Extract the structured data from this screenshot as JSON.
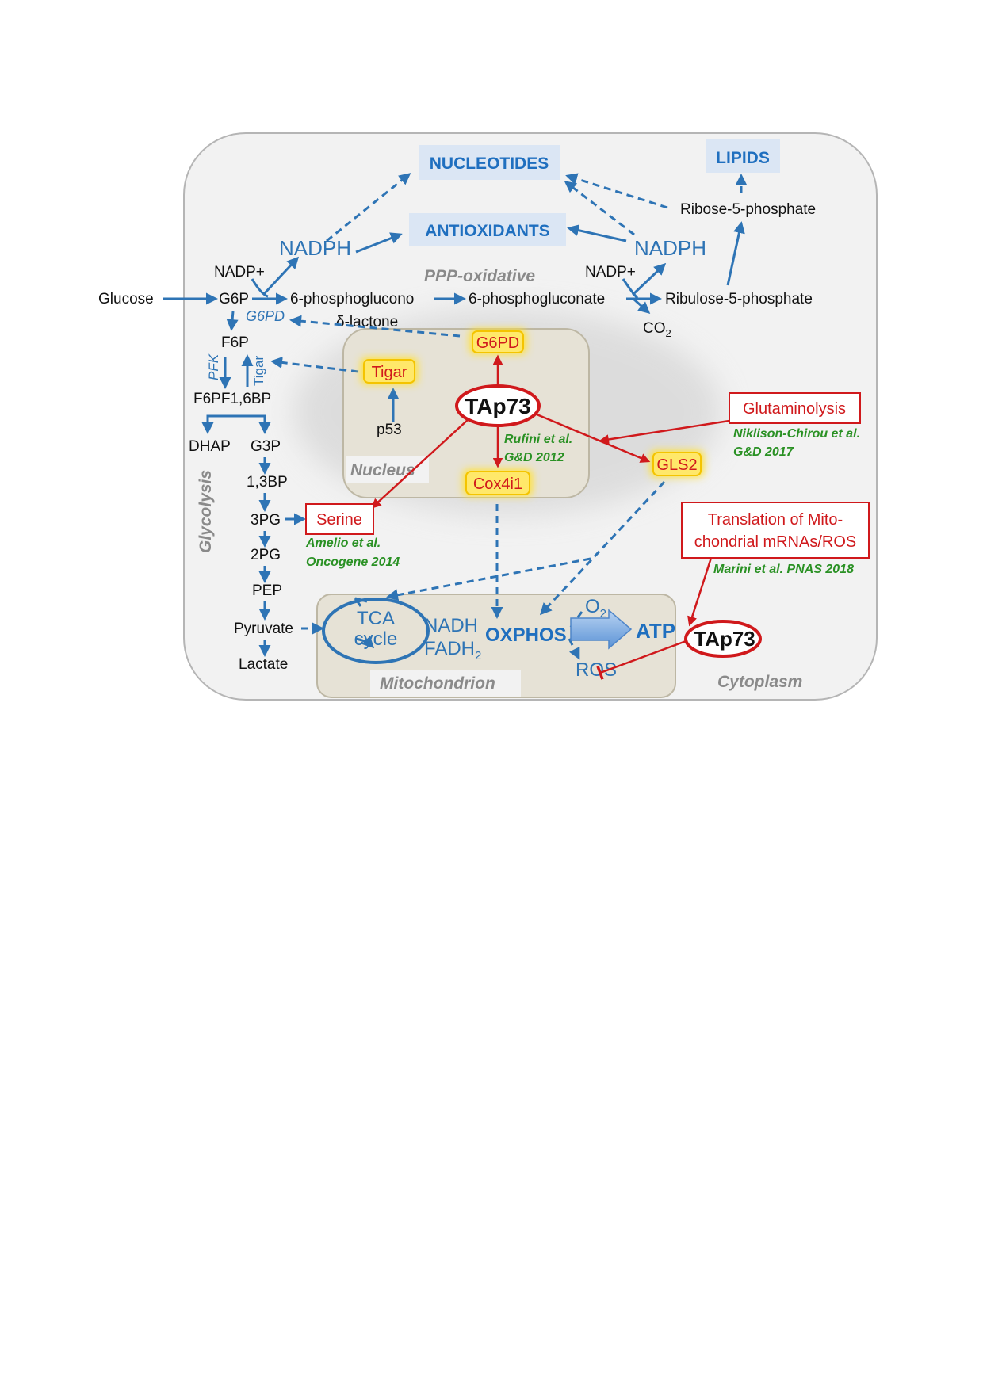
{
  "compartments": {
    "nucleus": "Nucleus",
    "mitochondrion": "Mitochondrion",
    "cytoplasm": "Cytoplasm",
    "glycolysis": "Glycolysis",
    "ppp": "PPP-oxidative"
  },
  "products": {
    "nucleotides": "NUCLEOTIDES",
    "antioxidants": "ANTIOXIDANTS",
    "lipids": "LIPIDS"
  },
  "ppp": {
    "nadph_left": "NADPH",
    "nadph_right": "NADPH",
    "nadp_left": "NADP+",
    "nadp_right": "NADP+",
    "glucose": "Glucose",
    "g6p": "G6P",
    "phosphoglucono": "6-phosphoglucono",
    "lactone": "δ-lactone",
    "phosphogluconate": "6-phosphogluconate",
    "ribulose": "Ribulose-5-phosphate",
    "ribose": "Ribose-5-phosphate",
    "co2_main": "CO",
    "co2_sub": "2",
    "g6pd_enzyme": "G6PD"
  },
  "glycolysis": {
    "f6p": "F6P",
    "pfk": "PFK",
    "tigar_side": "Tigar",
    "f16bp": "F6PF1,6BP",
    "dhap": "DHAP",
    "g3p": "G3P",
    "bp13": "1,3BP",
    "pg3": "3PG",
    "pg2": "2PG",
    "pep": "PEP",
    "pyruvate": "Pyruvate",
    "lactate": "Lactate"
  },
  "nucleus_items": {
    "tap73": "TAp73",
    "g6pd": "G6PD",
    "tigar": "Tigar",
    "p53": "p53",
    "cox4i1": "Cox4i1"
  },
  "targets": {
    "gls2": "GLS2",
    "serine": "Serine",
    "glutaminolysis": "Glutaminolysis",
    "translation_line1": "Translation of Mito-",
    "translation_line2": "chondrial mRNAs/ROS"
  },
  "references": {
    "rufini_1": "Rufini et al.",
    "rufini_2": "G&D 2012",
    "niklison_1": "Niklison-Chirou et al.",
    "niklison_2": "G&D 2017",
    "amelio_1": "Amelio et al.",
    "amelio_2": "Oncogene 2014",
    "marini": "Marini et al. PNAS 2018"
  },
  "mito": {
    "tca_1": "TCA",
    "tca_2": "cycle",
    "nadh": "NADH",
    "fadh_main": "FADH",
    "fadh_sub": "2",
    "oxphos": "OXPHOS",
    "o2_main": "O",
    "o2_sub": "2",
    "atp": "ATP",
    "ros": "ROS",
    "tap73": "TAp73"
  },
  "colors": {
    "pathway_blue": "#2e74b5",
    "regulation_red": "#d0191c",
    "reference_green": "#2a9124",
    "highlight_yellow": "#ffe23a",
    "cell_background": "#f2f2f2"
  }
}
